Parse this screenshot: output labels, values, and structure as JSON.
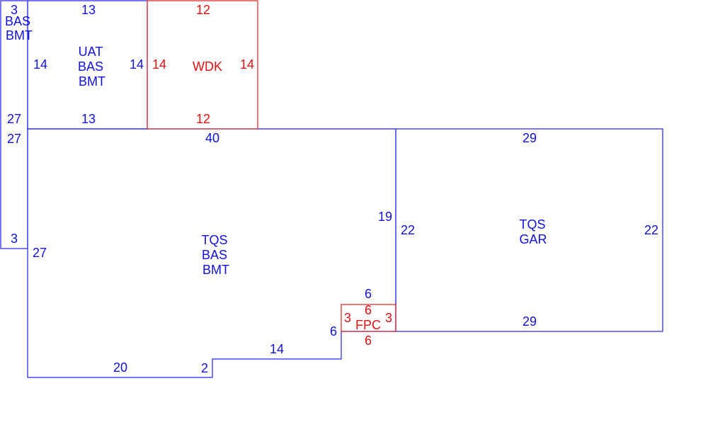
{
  "areas": {
    "bas_strip": {
      "labels": [
        "BAS",
        "BMT"
      ],
      "dims": {
        "top": "3",
        "bottom": "3",
        "side_a": "27",
        "side_b": "27"
      },
      "color": "#1010e0"
    },
    "uat": {
      "labels": [
        "UAT",
        "BAS",
        "BMT"
      ],
      "dims": {
        "top": "13",
        "bottom": "13",
        "left": "14",
        "right": "14"
      },
      "color": "#1010e0"
    },
    "wdk": {
      "labels": [
        "WDK"
      ],
      "dims": {
        "top": "12",
        "bottom": "12",
        "left": "14",
        "right": "14"
      },
      "color": "#e01010"
    },
    "tqs_bas": {
      "labels": [
        "TQS",
        "BAS",
        "BMT"
      ],
      "dims": {
        "top": "40",
        "left": "27",
        "right": "19",
        "notch_top": "6",
        "notch_side": "6",
        "step_top": "14",
        "step_side": "2",
        "bottom": "20"
      },
      "color": "#1010e0"
    },
    "tqs_gar": {
      "labels": [
        "TQS",
        "GAR"
      ],
      "dims": {
        "top": "29",
        "bottom": "29",
        "left": "22",
        "right": "22"
      },
      "color": "#1010e0"
    },
    "fpc": {
      "labels": [
        "FPC"
      ],
      "dims": {
        "top": "6",
        "bottom": "6",
        "left": "3",
        "right": "3"
      },
      "color": "#e01010"
    }
  }
}
